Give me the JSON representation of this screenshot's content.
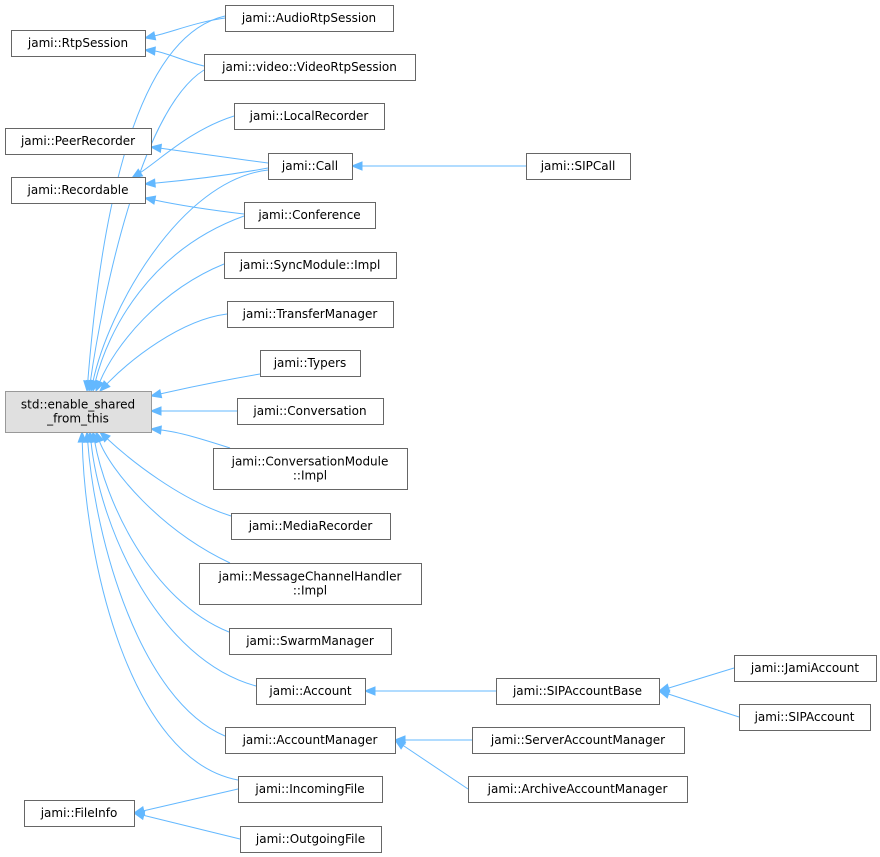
{
  "colors": {
    "edge": "#63b8ff",
    "root_fill": "#e0e0e0",
    "node_border": "#666666"
  },
  "nodes": [
    {
      "id": "rtpsession",
      "lines": [
        "jami::RtpSession"
      ]
    },
    {
      "id": "peerrecorder",
      "lines": [
        "jami::PeerRecorder"
      ]
    },
    {
      "id": "recordable",
      "lines": [
        "jami::Recordable"
      ]
    },
    {
      "id": "esft",
      "lines": [
        "std::enable_shared",
        "_from_this"
      ],
      "root": true
    },
    {
      "id": "fileinfo",
      "lines": [
        "jami::FileInfo"
      ]
    },
    {
      "id": "audiortp",
      "lines": [
        "jami::AudioRtpSession"
      ]
    },
    {
      "id": "videortp",
      "lines": [
        "jami::video::VideoRtpSession"
      ]
    },
    {
      "id": "localrec",
      "lines": [
        "jami::LocalRecorder"
      ]
    },
    {
      "id": "call",
      "lines": [
        "jami::Call"
      ]
    },
    {
      "id": "sipcall",
      "lines": [
        "jami::SIPCall"
      ]
    },
    {
      "id": "conference",
      "lines": [
        "jami::Conference"
      ]
    },
    {
      "id": "syncmod",
      "lines": [
        "jami::SyncModule::Impl"
      ]
    },
    {
      "id": "transfermgr",
      "lines": [
        "jami::TransferManager"
      ]
    },
    {
      "id": "typers",
      "lines": [
        "jami::Typers"
      ]
    },
    {
      "id": "conversation",
      "lines": [
        "jami::Conversation"
      ]
    },
    {
      "id": "convmod",
      "lines": [
        "jami::ConversationModule",
        "::Impl"
      ]
    },
    {
      "id": "mediarec",
      "lines": [
        "jami::MediaRecorder"
      ]
    },
    {
      "id": "msgchan",
      "lines": [
        "jami::MessageChannelHandler",
        "::Impl"
      ]
    },
    {
      "id": "swarmmgr",
      "lines": [
        "jami::SwarmManager"
      ]
    },
    {
      "id": "account",
      "lines": [
        "jami::Account"
      ]
    },
    {
      "id": "sipaccbase",
      "lines": [
        "jami::SIPAccountBase"
      ]
    },
    {
      "id": "jamiacc",
      "lines": [
        "jami::JamiAccount"
      ]
    },
    {
      "id": "sipacc",
      "lines": [
        "jami::SIPAccount"
      ]
    },
    {
      "id": "accmgr",
      "lines": [
        "jami::AccountManager"
      ]
    },
    {
      "id": "serveraccmgr",
      "lines": [
        "jami::ServerAccountManager"
      ]
    },
    {
      "id": "archiveaccmgr",
      "lines": [
        "jami::ArchiveAccountManager"
      ]
    },
    {
      "id": "incoming",
      "lines": [
        "jami::IncomingFile"
      ]
    },
    {
      "id": "outgoing",
      "lines": [
        "jami::OutgoingFile"
      ]
    }
  ],
  "edges": [
    {
      "from": "audiortp",
      "to": "rtpsession"
    },
    {
      "from": "videortp",
      "to": "rtpsession"
    },
    {
      "from": "audiortp",
      "to": "esft"
    },
    {
      "from": "videortp",
      "to": "esft"
    },
    {
      "from": "localrec",
      "to": "recordable"
    },
    {
      "from": "call",
      "to": "peerrecorder"
    },
    {
      "from": "call",
      "to": "recordable"
    },
    {
      "from": "conference",
      "to": "recordable"
    },
    {
      "from": "sipcall",
      "to": "call"
    },
    {
      "from": "call",
      "to": "esft"
    },
    {
      "from": "conference",
      "to": "esft"
    },
    {
      "from": "syncmod",
      "to": "esft"
    },
    {
      "from": "transfermgr",
      "to": "esft"
    },
    {
      "from": "typers",
      "to": "esft"
    },
    {
      "from": "conversation",
      "to": "esft"
    },
    {
      "from": "convmod",
      "to": "esft"
    },
    {
      "from": "mediarec",
      "to": "esft"
    },
    {
      "from": "msgchan",
      "to": "esft"
    },
    {
      "from": "swarmmgr",
      "to": "esft"
    },
    {
      "from": "account",
      "to": "esft"
    },
    {
      "from": "accmgr",
      "to": "esft"
    },
    {
      "from": "incoming",
      "to": "esft"
    },
    {
      "from": "sipaccbase",
      "to": "account"
    },
    {
      "from": "jamiacc",
      "to": "sipaccbase"
    },
    {
      "from": "sipacc",
      "to": "sipaccbase"
    },
    {
      "from": "serveraccmgr",
      "to": "accmgr"
    },
    {
      "from": "archiveaccmgr",
      "to": "accmgr"
    },
    {
      "from": "incoming",
      "to": "fileinfo"
    },
    {
      "from": "outgoing",
      "to": "fileinfo"
    }
  ]
}
